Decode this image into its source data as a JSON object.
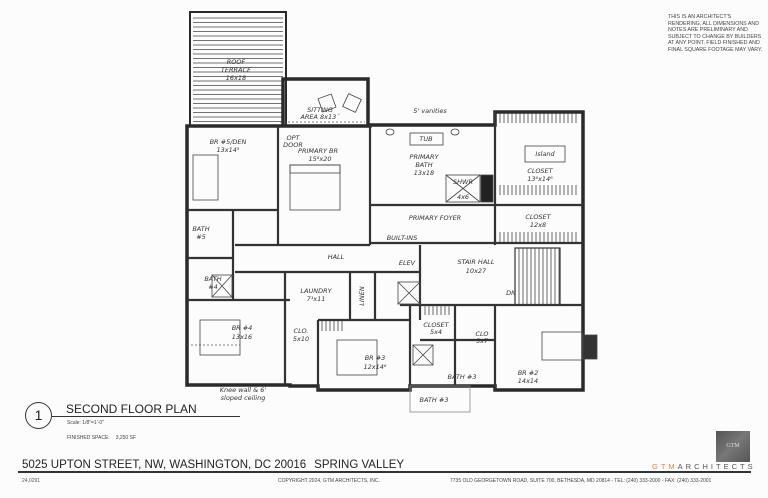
{
  "disclaimer": "This is an architect's rendering, all dimensions and notes are preliminary and subject to change by builders at any point, field finished and final square footage may vary.",
  "drawing": {
    "number": "1",
    "title": "SECOND FLOOR PLAN",
    "scale": "Scale: 1/8\"=1'-0\"",
    "finished_space_label": "FINISHED SPACE:",
    "finished_space_value": "3,250 SF"
  },
  "plan": {
    "labels": {
      "roof_terrace": "ROOF",
      "roof_terrace2": "TERRACE",
      "roof_terrace_dim": "16x18",
      "sitting": "SITTING",
      "sitting2": "AREA 8x13´",
      "br5": "BR #5/DEN",
      "br5_dim": "13x14⁵",
      "opt_door": "OPT",
      "opt_door2": "DOOR",
      "primary_br": "PRIMARY BR",
      "primary_br_dim": "15⁶x20",
      "vanities": "5' vanities",
      "tub": "TUB",
      "primary_bath": "PRIMARY",
      "primary_bath2": "BATH",
      "primary_bath_dim": "13x18",
      "shower": "SHWR",
      "shower_dim": "4x6",
      "island": "Island",
      "closet1": "CLOSET",
      "closet1_dim": "13⁶x14⁶",
      "closet2": "CLOSET",
      "closet2_dim": "12x8",
      "primary_foyer": "PRIMARY FOYER",
      "built_ins": "BUILT-INS",
      "hall": "HALL",
      "elev": "ELEV",
      "stair_hall": "STAIR HALL",
      "stair_hall_dim": "10x27",
      "dn": "DN",
      "bath5": "BATH",
      "bath5_num": "#5",
      "bath4": "BATH",
      "bath4_num": "#4",
      "laundry": "LAUNDRY",
      "laundry_dim": "7¹x11",
      "linen": "LINEN",
      "br4": "BR #4",
      "br4_dim": "13x16",
      "clo1": "CLO.",
      "clo1_dim": "5x10",
      "br3": "BR #3",
      "br3_dim": "12x14⁶",
      "closet3": "CLOSET",
      "closet3_dim": "5x4",
      "clo2": "CLO",
      "clo2_dim": "5x7",
      "bath3": "BATH #3",
      "bath3_note": "BATH #3",
      "br2": "BR #2",
      "br2_dim": "14x14",
      "knee": "Knee wall & 6'",
      "knee2": "sloped ceiling"
    }
  },
  "footer": {
    "address": "5025 UPTON STREET, NW, WASHINGTON, DC 20016",
    "neighborhood": "SPRING VALLEY",
    "project_number": "24,0291",
    "copyright": "COPYRIGHT 2024, GTM ARCHITECTS, INC.",
    "office": "7735 OLD GEORGETOWN ROAD, SUITE 700, BETHESDA, MD 20814 - TEL: (240) 333-2000 - FAX: (240) 333-2001"
  },
  "logo": {
    "mark": "GTM",
    "gtm": "GTM",
    "architects": "ARCHITECTS",
    "accent_color": "#e8843c"
  }
}
